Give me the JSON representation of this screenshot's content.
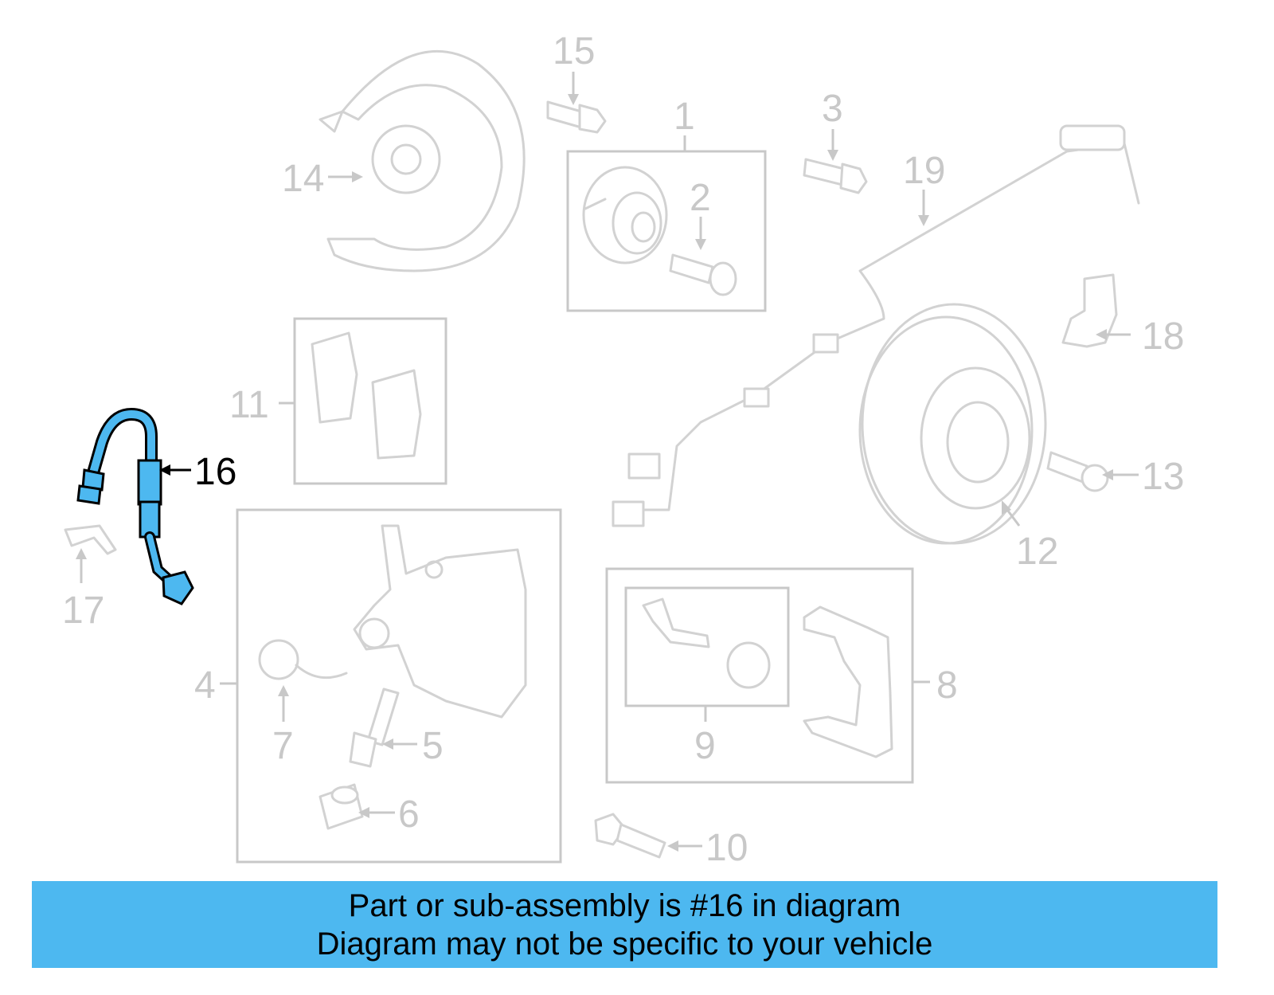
{
  "diagram": {
    "highlighted_part": "16",
    "highlight_color": "#4db8f0",
    "muted_color": "#c8c8c8",
    "callouts": {
      "c1": "1",
      "c2": "2",
      "c3": "3",
      "c4": "4",
      "c5": "5",
      "c6": "6",
      "c7": "7",
      "c8": "8",
      "c9": "9",
      "c10": "10",
      "c11": "11",
      "c12": "12",
      "c13": "13",
      "c14": "14",
      "c15": "15",
      "c16": "16",
      "c17": "17",
      "c18": "18",
      "c19": "19"
    }
  },
  "banner": {
    "line1": "Part or sub-assembly is #16 in diagram",
    "line2": "Diagram may not be specific to your vehicle",
    "background": "#4db8f0"
  }
}
